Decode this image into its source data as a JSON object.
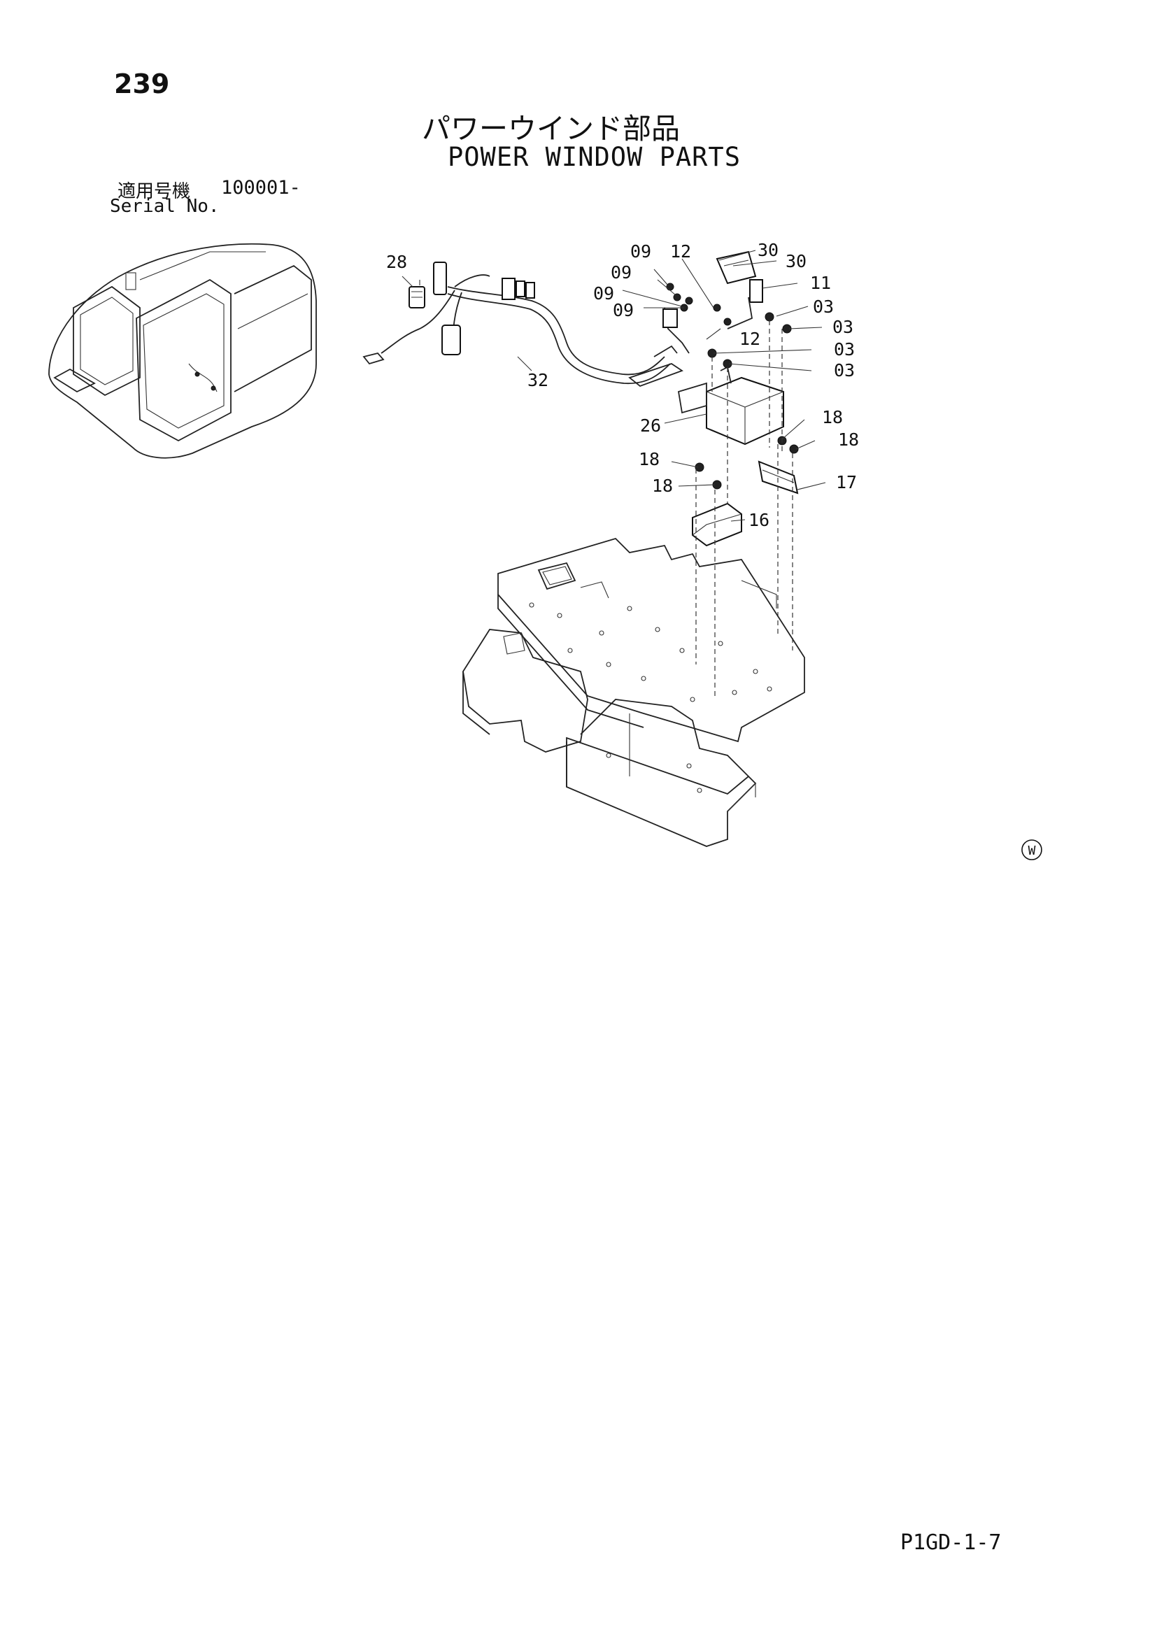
{
  "page": {
    "number": "239",
    "title_jp": "パワーウインド部品",
    "title_en": "POWER WINDOW PARTS",
    "serial_label_jp": "適用号機",
    "serial_number": "100001-",
    "serial_label_en": "Serial No.",
    "page_code": "P1GD-1-7",
    "mark": "W"
  },
  "callouts": {
    "c28": "28",
    "c32": "32",
    "c09a": "09",
    "c09b": "09",
    "c09c": "09",
    "c09d": "09",
    "c12a": "12",
    "c12b": "12",
    "c30a": "30",
    "c30b": "30",
    "c11": "11",
    "c03a": "03",
    "c03b": "03",
    "c03c": "03",
    "c03d": "03",
    "c26": "26",
    "c18a": "18",
    "c18b": "18",
    "c18c": "18",
    "c18d": "18",
    "c17": "17",
    "c16": "16"
  }
}
